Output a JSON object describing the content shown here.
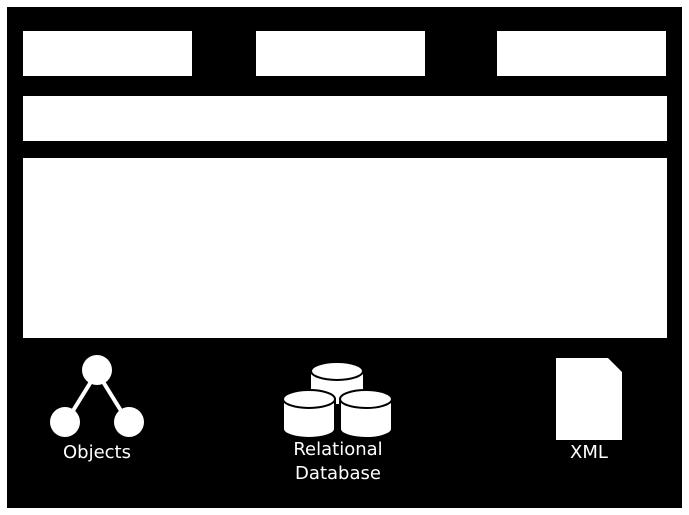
{
  "labels": {
    "objects": "Objects",
    "database_line1": "Relational",
    "database_line2": "Database",
    "xml": "XML"
  },
  "icons": {
    "objects": "object-graph-icon",
    "database": "database-cylinders-icon",
    "xml": "document-icon"
  },
  "colors": {
    "background": "#000000",
    "foreground": "#ffffff"
  }
}
